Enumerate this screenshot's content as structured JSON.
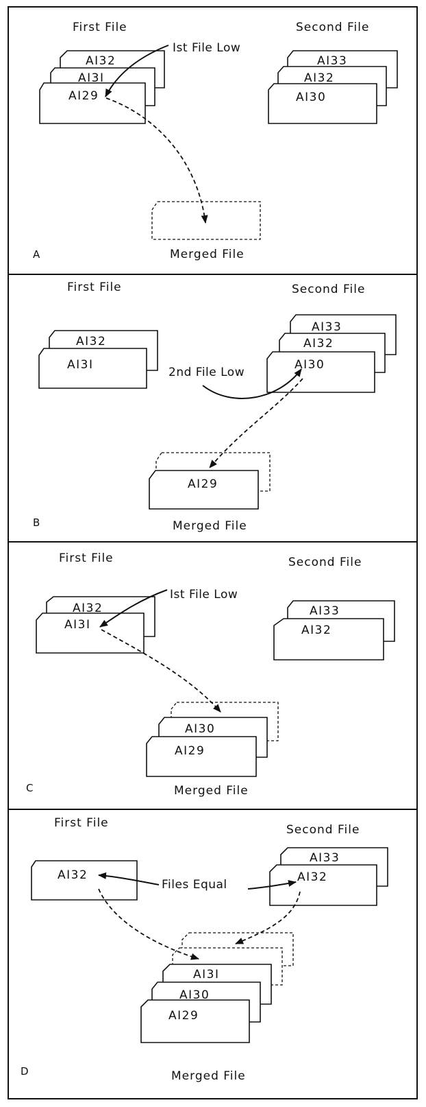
{
  "panels": [
    {
      "letter": "A",
      "first_file_title": "First File",
      "second_file_title": "Second File",
      "merged_file_title": "Merged File",
      "first_file_cards": [
        "AI32",
        "AI3I",
        "AI29"
      ],
      "second_file_cards": [
        "AI33",
        "AI32",
        "AI30"
      ],
      "merged_cards": [],
      "low_label": "Ist File Low"
    },
    {
      "letter": "B",
      "first_file_title": "First File",
      "second_file_title": "Second File",
      "merged_file_title": "Merged File",
      "first_file_cards": [
        "AI32",
        "AI3I"
      ],
      "second_file_cards": [
        "AI33",
        "AI32",
        "AI30"
      ],
      "merged_cards": [
        "AI29"
      ],
      "low_label": "2nd File Low"
    },
    {
      "letter": "C",
      "first_file_title": "First File",
      "second_file_title": "Second File",
      "merged_file_title": "Merged File",
      "first_file_cards": [
        "AI32",
        "AI3I"
      ],
      "second_file_cards": [
        "AI33",
        "AI32"
      ],
      "merged_cards": [
        "AI30",
        "AI29"
      ],
      "low_label": "Ist File Low"
    },
    {
      "letter": "D",
      "first_file_title": "First File",
      "second_file_title": "Second File",
      "merged_file_title": "Merged File",
      "first_file_cards": [
        "AI32"
      ],
      "second_file_cards": [
        "AI33",
        "AI32"
      ],
      "merged_cards": [
        "AI3I",
        "AI30",
        "AI29"
      ],
      "low_label": "Files Equal"
    }
  ]
}
